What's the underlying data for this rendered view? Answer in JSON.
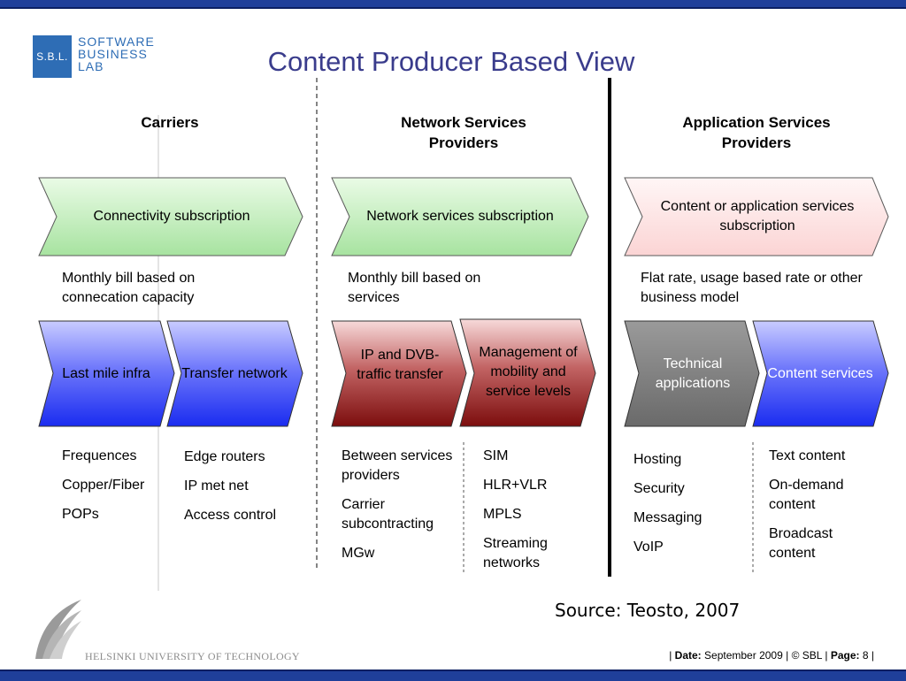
{
  "header": {
    "logo_abbr": "S.B.L.",
    "logo_line1": "SOFTWARE",
    "logo_line2": "BUSINESS",
    "logo_line3": "LAB",
    "title": "Content Producer Based View"
  },
  "columns": [
    {
      "heading": "Carriers",
      "chevron": "Connectivity subscription",
      "description": "Monthly bill based on connecation capacity",
      "sub": [
        {
          "label": "Last mile infra",
          "items": [
            "Frequences",
            "Copper/Fiber",
            "POPs"
          ]
        },
        {
          "label": "Transfer network",
          "items": [
            "Edge routers",
            "IP met net",
            "Access control"
          ]
        }
      ]
    },
    {
      "heading": "Network Services Providers",
      "chevron": "Network services subscription",
      "description": "Monthly bill based on services",
      "sub": [
        {
          "label": "IP and DVB-traffic transfer",
          "items": [
            "Between services providers",
            "Carrier subcontracting",
            "MGw"
          ]
        },
        {
          "label": "Management of mobility and service levels",
          "items": [
            "SIM",
            "HLR+VLR",
            "MPLS",
            "Streaming networks"
          ]
        }
      ]
    },
    {
      "heading": "Application Services Providers",
      "chevron": "Content or application services subscription",
      "description": "Flat rate, usage based rate or other business model",
      "sub": [
        {
          "label": "Technical applications",
          "items": [
            "Hosting",
            "Security",
            "Messaging",
            "VoIP"
          ]
        },
        {
          "label": "Content services",
          "items": [
            "Text content",
            "On-demand content",
            "Broadcast content"
          ]
        }
      ]
    }
  ],
  "source": "Source: Teosto, 2007",
  "footer": {
    "sep": "|",
    "date_label": "Date:",
    "date_value": "September 2009",
    "copyright": "© SBL",
    "page_label": "Page:",
    "page_value": "8"
  },
  "university": "HELSINKI UNIVERSITY OF TECHNOLOGY",
  "colors": {
    "brand_blue": "#1f3f9a",
    "title": "#3a3c8c",
    "green_fill": "#b6e8b0",
    "pink_fill": "#fde0e0",
    "blue_fill": "#2a3df5",
    "red_fill": "#8a1414",
    "gray_fill": "#7a7a7a"
  }
}
